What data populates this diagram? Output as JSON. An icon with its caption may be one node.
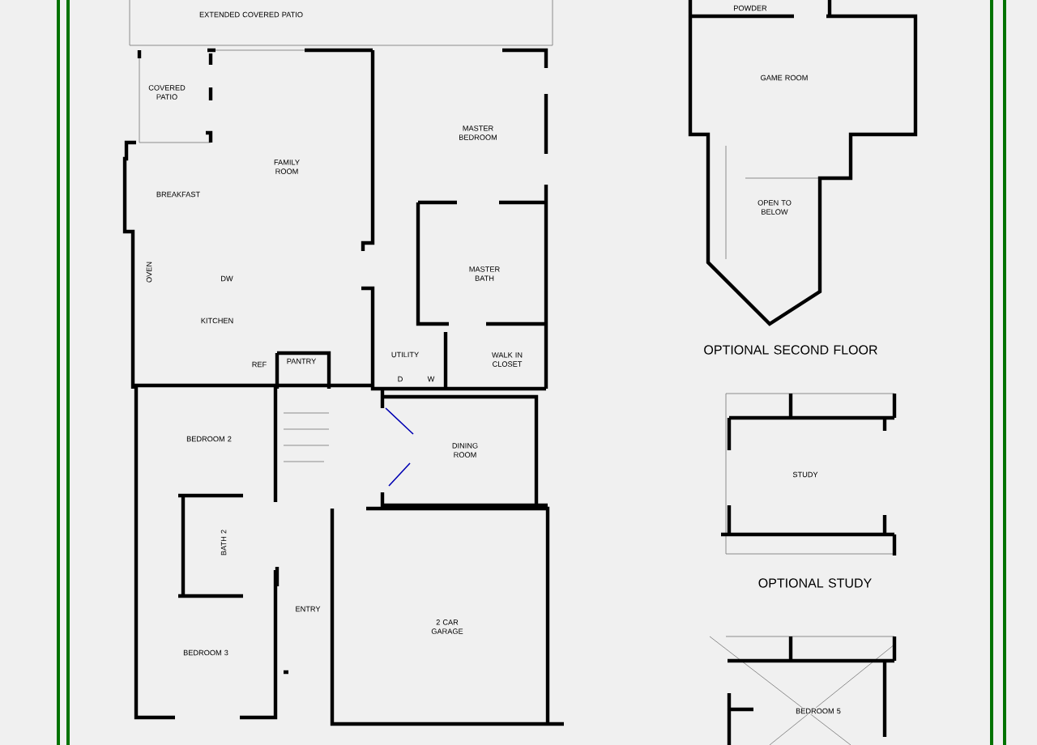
{
  "diagram": {
    "labels": [
      "EXTENDED COVERED PATIO",
      "POWDER",
      "COVERED PATIO",
      "GAME ROOM",
      "MASTER BEDROOM",
      "FAMILY ROOM",
      "BREAKFAST",
      "OPEN TO BELOW",
      "MASTER BATH",
      "OVEN",
      "DW",
      "KITCHEN",
      "OPTIONAL SECOND FLOOR",
      "UTILITY",
      "WALK IN CLOSET",
      "PANTRY",
      "REF",
      "D",
      "W",
      "BEDROOM 2",
      "DINING ROOM",
      "STUDY",
      "BATH 2",
      "OPTIONAL STUDY",
      "ENTRY",
      "2 CAR GARAGE",
      "BEDROOM 3",
      "BEDROOM 5"
    ]
  }
}
